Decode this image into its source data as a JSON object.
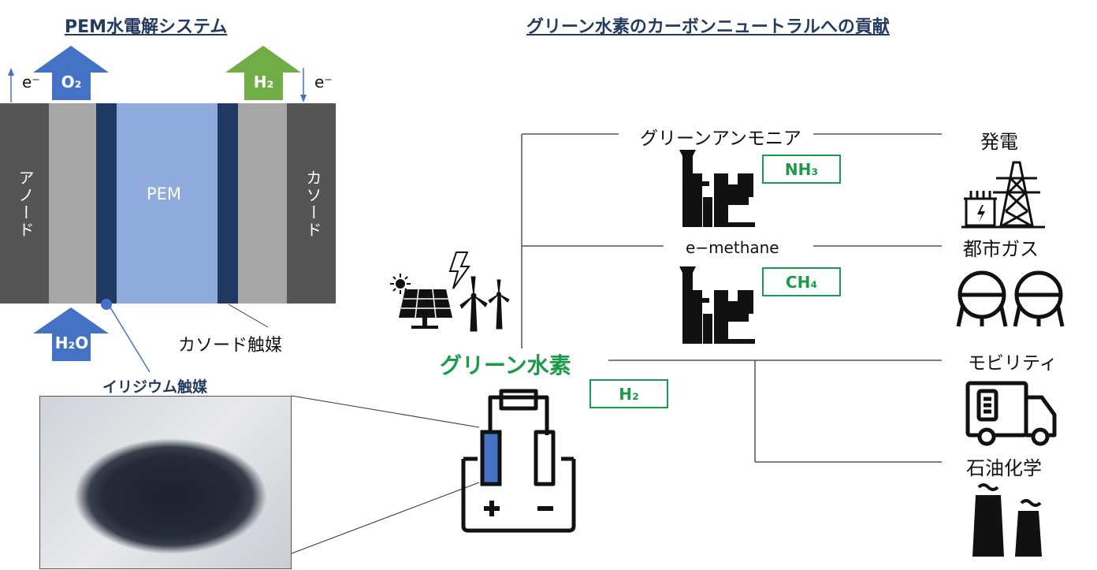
{
  "left": {
    "title": "PEM水電解システム",
    "anode": "アノード",
    "cathode": "カソード",
    "pem": "PEM",
    "o2": "O₂",
    "h2": "H₂",
    "h2o": "H₂O",
    "electron_left": "e⁻",
    "electron_right": "e⁻",
    "cathode_catalyst": "カソード触媒",
    "iridium_catalyst": "イリジウム触媒"
  },
  "right": {
    "title": "グリーン水素のカーボンニュートラルへの貢献",
    "green_ammonia": "グリーンアンモニア",
    "nh3": "NH₃",
    "e_methane": "e−methane",
    "ch4": "CH₄",
    "green_hydrogen": "グリーン水素",
    "h2": "H₂",
    "uses": [
      "発電",
      "都市ガス",
      "モビリティ",
      "石油化学"
    ]
  },
  "colors": {
    "title": "#243a5e",
    "anode_dark": "#555555",
    "gray_layer": "#a6a6a6",
    "catalyst_navy": "#1f3864",
    "pem_blue": "#8faadc",
    "o2_arrow": "#4472c4",
    "h2_arrow": "#70ad47",
    "green_text": "#1a9a4a"
  },
  "icons": [
    "sun-icon",
    "solar-panel-icon",
    "lightning-icon",
    "wind-turbine-icon",
    "factory-icon",
    "power-tower-icon",
    "gas-tank-icon",
    "truck-icon",
    "chimney-icon",
    "battery-electrolyzer-icon"
  ]
}
